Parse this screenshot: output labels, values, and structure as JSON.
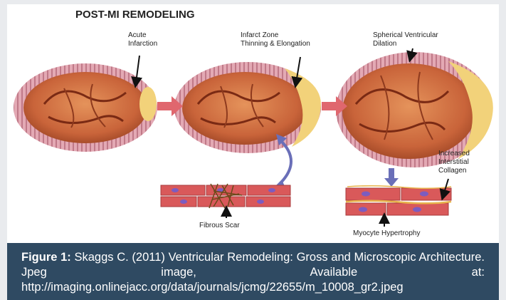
{
  "diagram": {
    "title": "POST-MI REMODELING",
    "labels": {
      "acute_line1": "Acute",
      "acute_line2": "Infarction",
      "thinning_line1": "Infarct Zone",
      "thinning_line2": "Thinning & Elongation",
      "dilation_line1": "Spherical Ventricular",
      "dilation_line2": "Dilation",
      "collagen_line1": "Increased",
      "collagen_line2": "Interstitial",
      "collagen_line3": "Collagen",
      "fibrous_scar": "Fibrous Scar",
      "hypertrophy": "Myocyte Hypertrophy"
    },
    "colors": {
      "heart_tissue": "#c9643a",
      "heart_rim": "#d99aa6",
      "infarct": "#f2d27a",
      "process_arrow": "#e0676e",
      "link_arrow": "#6a6fb8",
      "myocyte": "#d9595a",
      "nucleus": "#7c5cc0"
    }
  },
  "caption": {
    "label": "Figure 1:",
    "text": " Skaggs C. (2011) Ventricular Remodeling: Gross and Microscopic Architecture. Jpeg image, Available at: http://imaging.onlinejacc.org/data/journals/jcmg/22655/m_10008_gr2.jpeg"
  }
}
